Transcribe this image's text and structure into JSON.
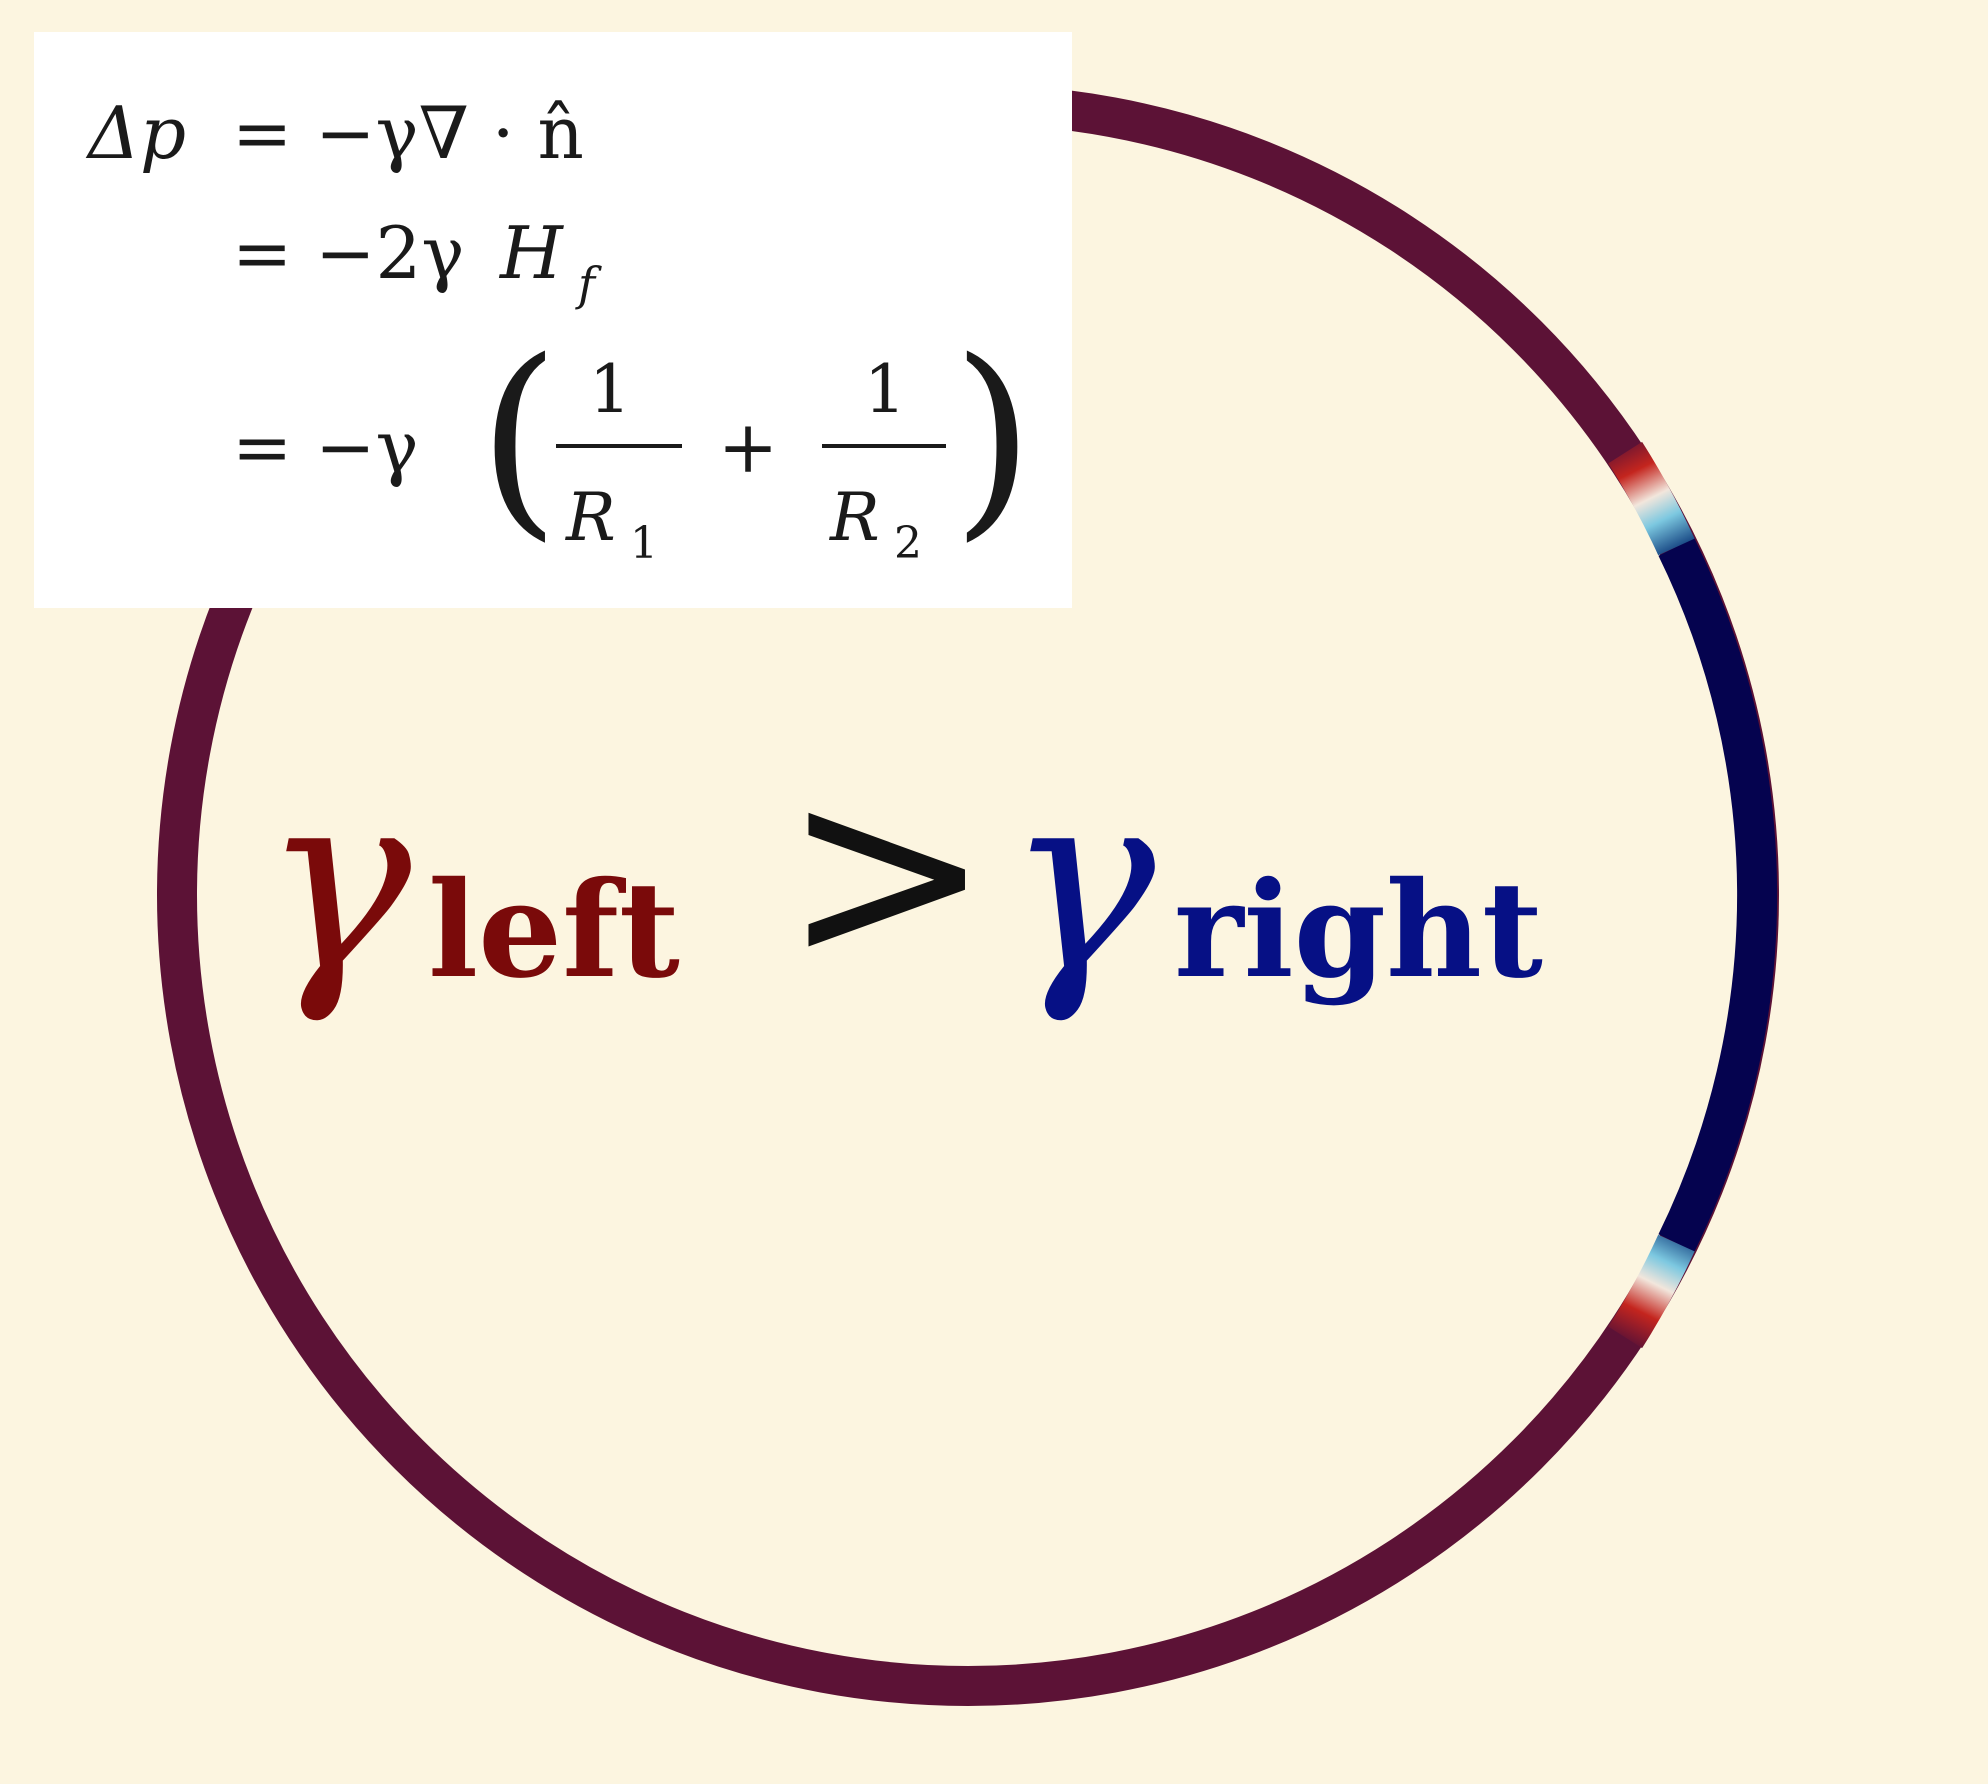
{
  "colors": {
    "background": "#fcf5e0",
    "ring_base": "#5c1236",
    "ring_right": "#05034f",
    "gamma_left": "#7a0a0a",
    "gamma_right": "#061085",
    "comparator": "#111111",
    "formula_box": "#ffffff"
  },
  "formula": {
    "line1_lhs": "Δp",
    "line1_rhs": "= −γ∇ · n̂",
    "line2_rhs": "= −2γ",
    "line2_H": "H",
    "line2_H_sub": "f",
    "line3_prefix": "= −γ",
    "frac1_num": "1",
    "frac1_den": "R",
    "frac1_den_sub": "1",
    "plus": "+",
    "frac2_num": "1",
    "frac2_den": "R",
    "frac2_den_sub": "2",
    "paren_open": "(",
    "paren_close": ")"
  },
  "inequality": {
    "left_symbol": "γ",
    "left_subscript": "left",
    "comparator": ">",
    "right_symbol": "γ",
    "right_subscript": "right"
  }
}
